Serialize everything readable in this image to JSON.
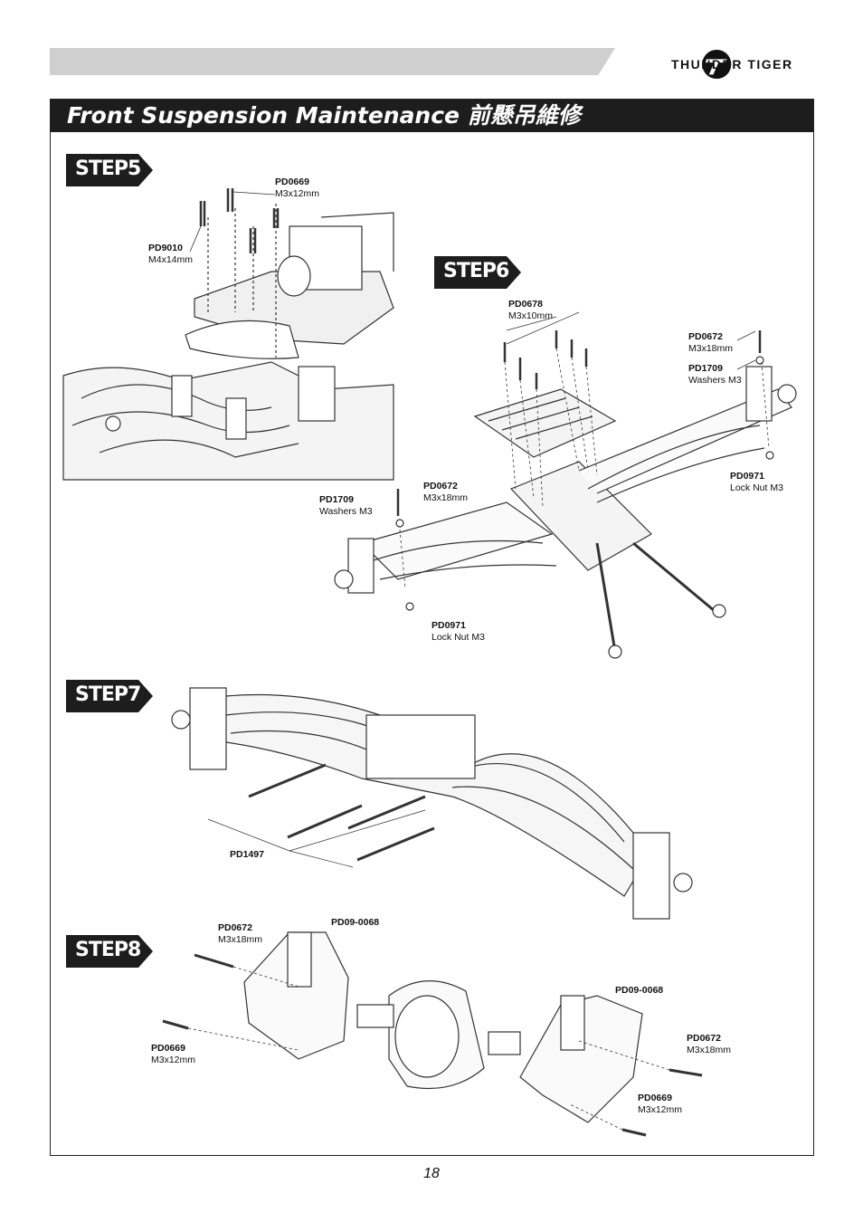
{
  "header": {
    "brand": "THUNDER TIGER",
    "title": "Front Suspension Maintenance 前懸吊維修"
  },
  "steps": [
    "STEP5",
    "STEP6",
    "STEP7",
    "STEP8"
  ],
  "step5": {
    "parts": [
      {
        "code": "PD0669",
        "desc": "M3x12mm"
      },
      {
        "code": "PD9010",
        "desc": "M4x14mm"
      }
    ]
  },
  "step6": {
    "parts": [
      {
        "code": "PD0678",
        "desc": "M3x10mm"
      },
      {
        "code": "PD0672",
        "desc": "M3x18mm"
      },
      {
        "code": "PD1709",
        "desc": "Washers M3"
      },
      {
        "code": "PD0971",
        "desc": "Lock Nut M3"
      },
      {
        "code": "PD0672",
        "desc": "M3x18mm"
      },
      {
        "code": "PD1709",
        "desc": "Washers M3"
      },
      {
        "code": "PD0971",
        "desc": "Lock Nut M3"
      }
    ]
  },
  "step7": {
    "parts": [
      {
        "code": "PD1497"
      }
    ]
  },
  "step8": {
    "parts": [
      {
        "code": "PD0672",
        "desc": "M3x18mm"
      },
      {
        "code": "PD09-0068"
      },
      {
        "code": "PD0669",
        "desc": "M3x12mm"
      },
      {
        "code": "PD09-0068"
      },
      {
        "code": "PD0672",
        "desc": "M3x18mm"
      },
      {
        "code": "PD0669",
        "desc": "M3x12mm"
      }
    ]
  },
  "footer": {
    "page_number": "18"
  }
}
